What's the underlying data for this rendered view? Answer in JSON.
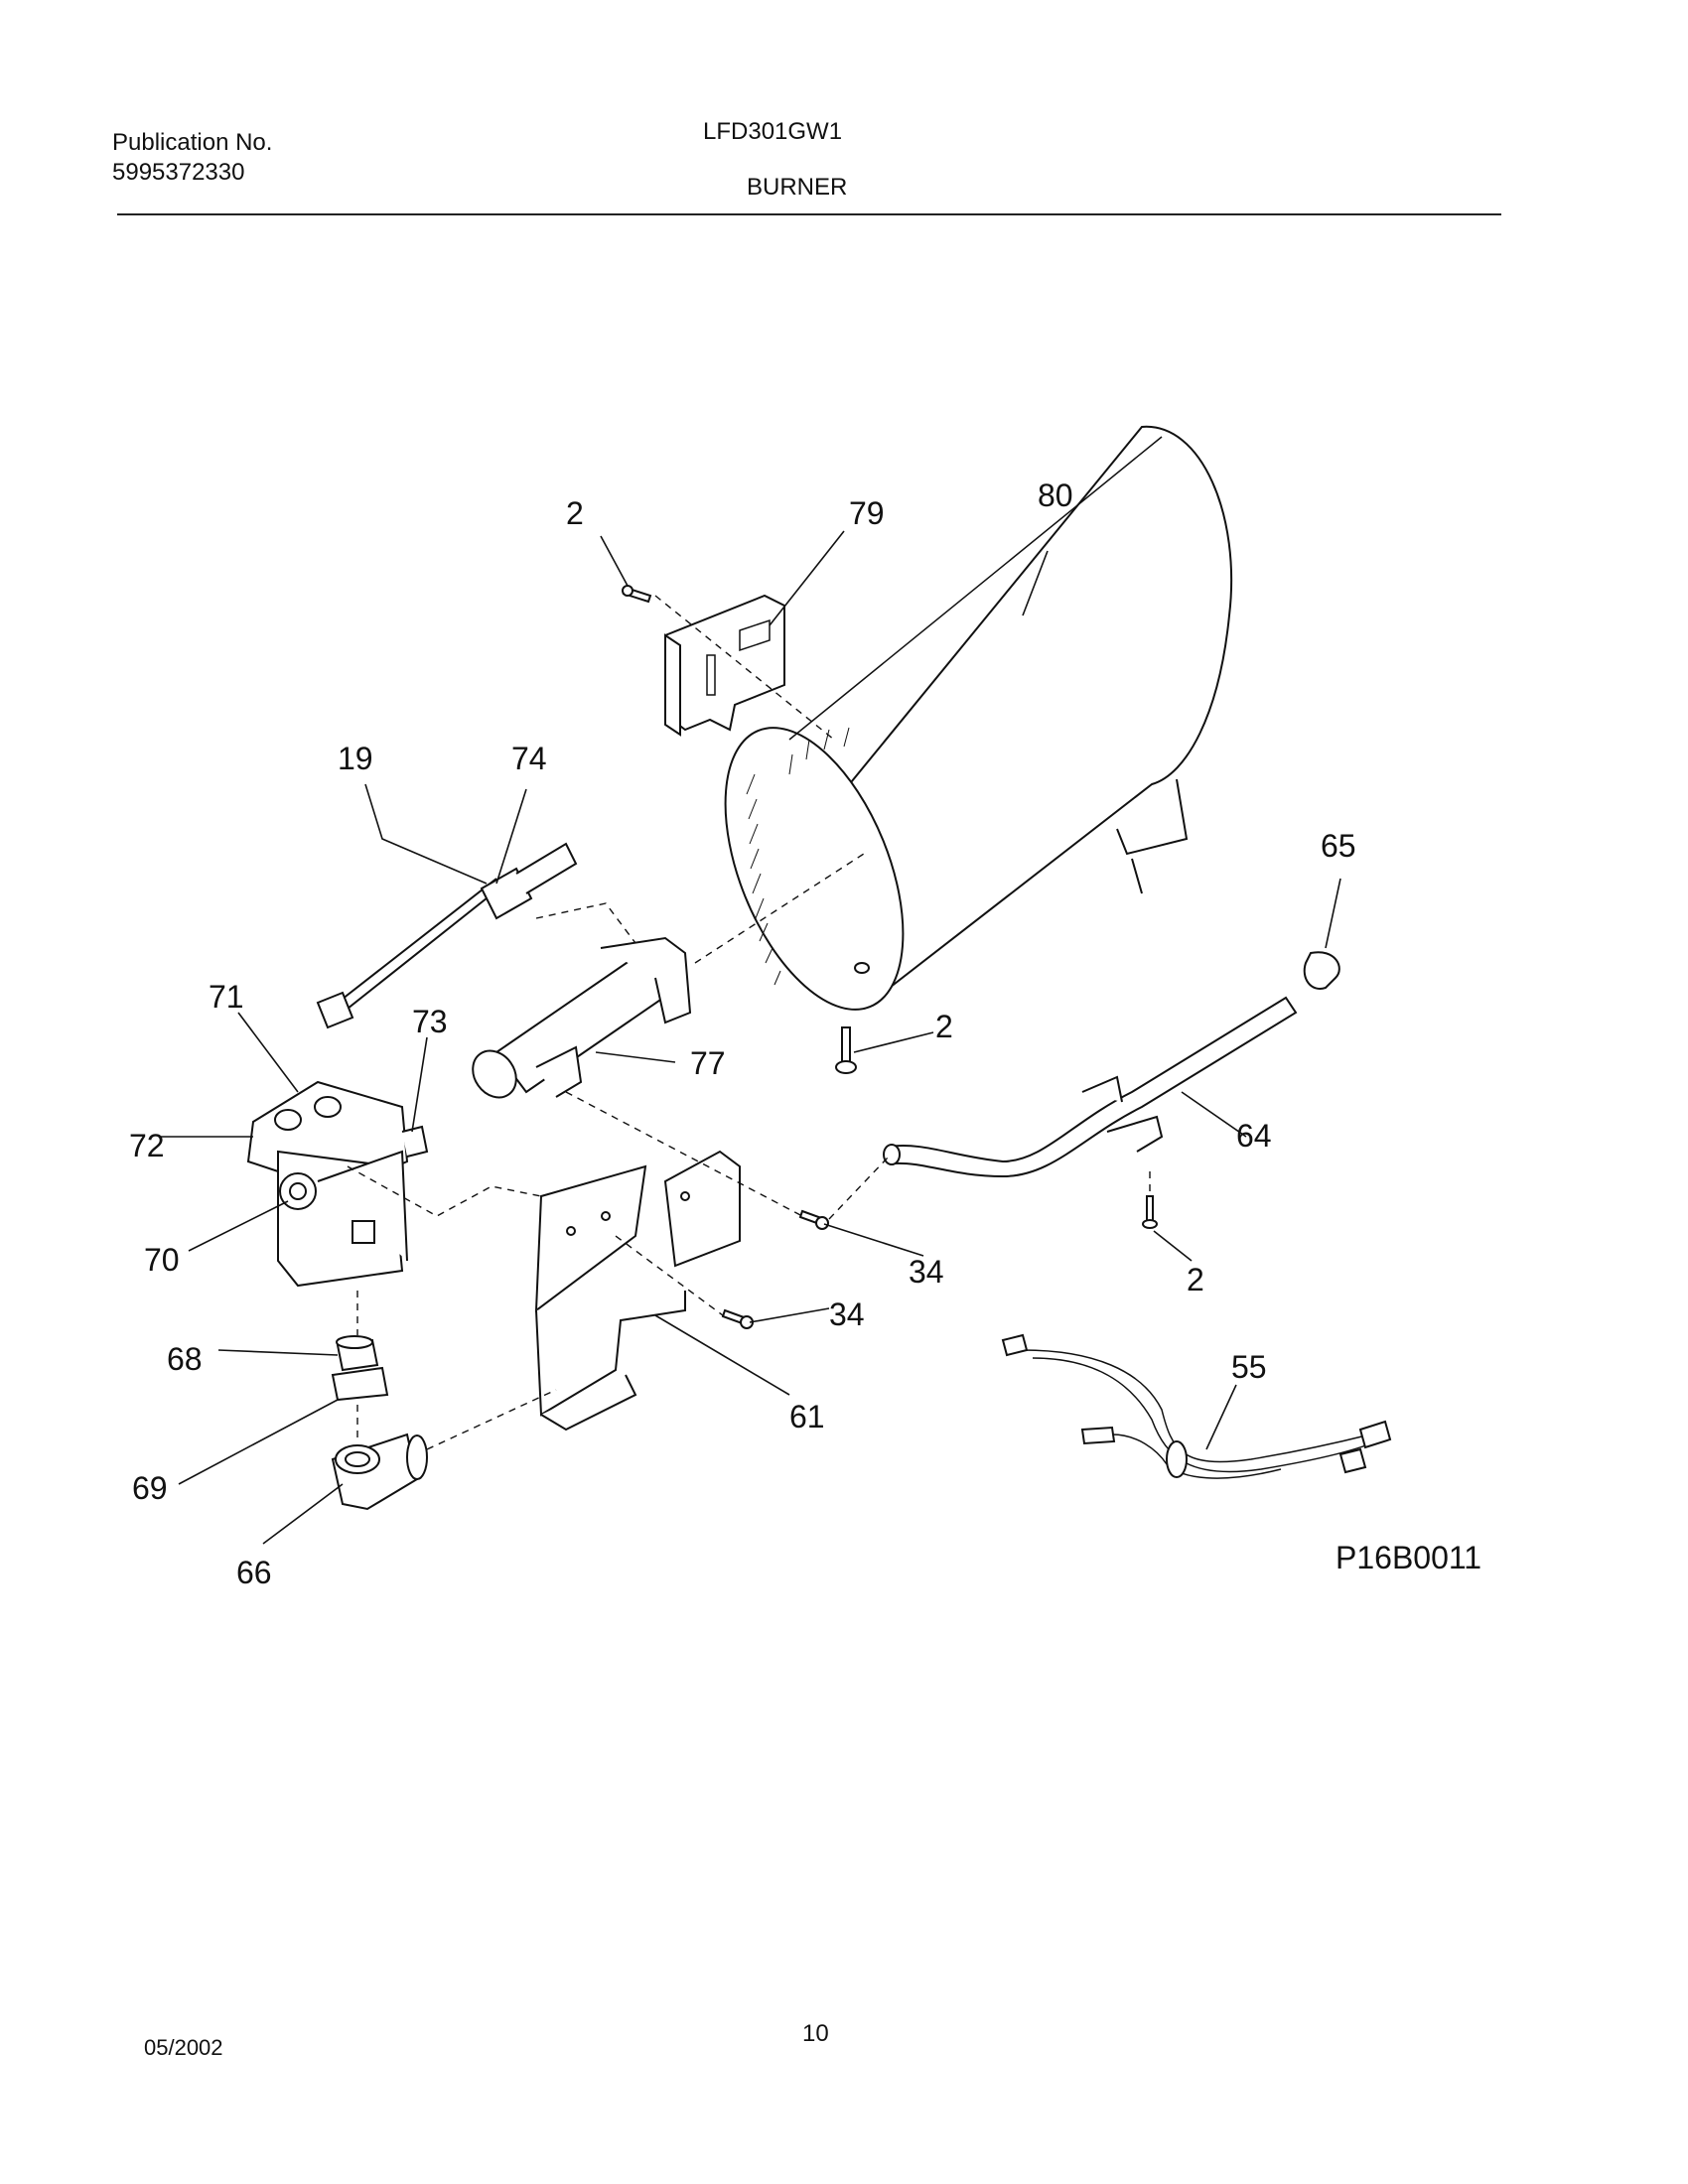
{
  "header": {
    "publication_label": "Publication No.",
    "publication_number": "5995372330",
    "model": "LFD301GW1",
    "section_title": "BURNER"
  },
  "diagram": {
    "figure_code": "P16B0011",
    "callouts": {
      "screw_top": "2",
      "bracket": "79",
      "combustion_chamber": "80",
      "wire_19": "19",
      "igniter": "74",
      "valve_71": "71",
      "coil_73": "73",
      "burner_tube": "77",
      "screw_chamber": "2",
      "cap": "65",
      "manifold": "64",
      "valve_72": "72",
      "valve_70": "70",
      "screw_34_a": "34",
      "screw_34_b": "34",
      "screw_manifold": "2",
      "fitting_68": "68",
      "bracket_61": "61",
      "harness": "55",
      "nut_69": "69",
      "elbow_66": "66"
    }
  },
  "footer": {
    "date": "05/2002",
    "page_number": "10"
  }
}
